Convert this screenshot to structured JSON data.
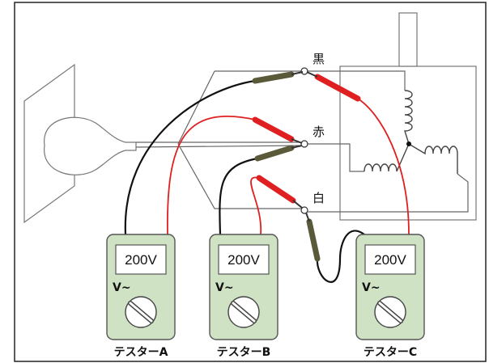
{
  "terminals": {
    "black": "黒",
    "red": "赤",
    "white": "白"
  },
  "testers": [
    {
      "display": "200V",
      "mode": "V~",
      "name": "テスターA"
    },
    {
      "display": "200V",
      "mode": "V~",
      "name": "テスターB"
    },
    {
      "display": "200V",
      "mode": "V~",
      "name": "テスターC"
    }
  ],
  "colors": {
    "meter_body": "#cfe2c4",
    "probe_red": "#e02020",
    "probe_black": "#111111",
    "probe_grip_black": "#5a5a3a",
    "wire_gray": "#666666"
  }
}
